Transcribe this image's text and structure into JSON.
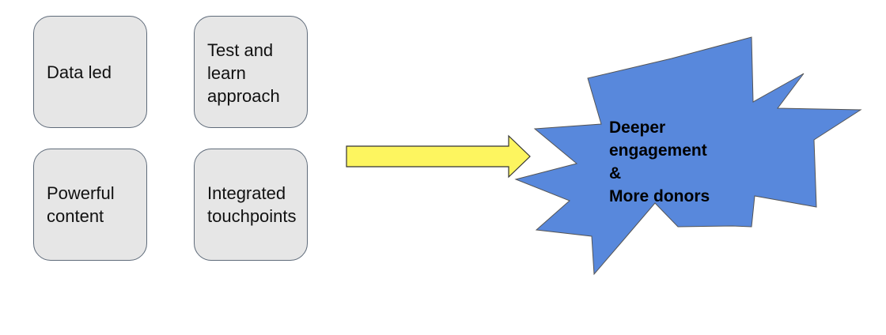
{
  "inputs": [
    {
      "label": "Data led"
    },
    {
      "label": "Test and\nlearn\napproach"
    },
    {
      "label": "Powerful\ncontent"
    },
    {
      "label": "Integrated\ntouchpoints"
    }
  ],
  "arrow": {
    "fill": "#fdf55f",
    "stroke": "#333333"
  },
  "outcome": {
    "label": "Deeper\nengagement\n&\nMore donors",
    "fill": "#5888dc",
    "stroke": "#555555"
  },
  "colors": {
    "box_fill": "#e6e6e6",
    "box_border": "#5f6b7a"
  }
}
